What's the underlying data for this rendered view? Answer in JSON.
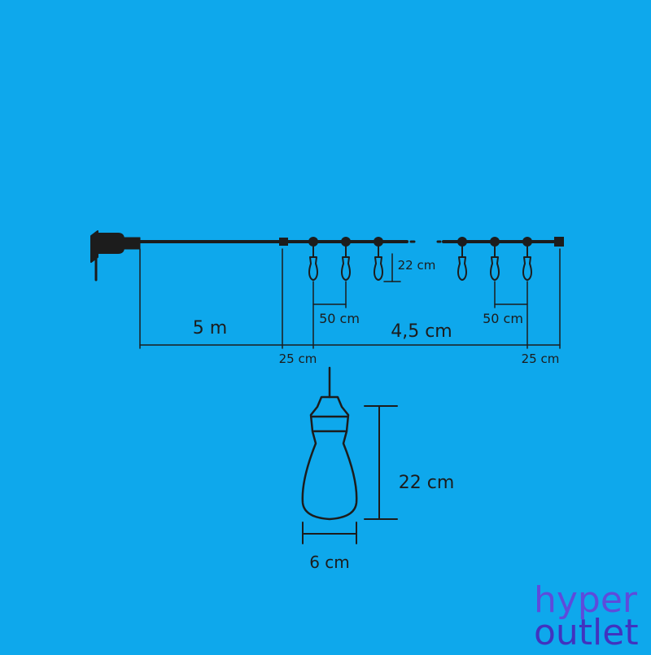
{
  "colors": {
    "background": "#0ea8ec",
    "line": "#1c1c1c",
    "logo_light": "#6d3bd9",
    "logo_dark": "#4a1fb8"
  },
  "dimensions": {
    "cable_length": "5 m",
    "bulb_segment_length": "4,5 cm",
    "spacing_left": "50 cm",
    "spacing_right": "50 cm",
    "drop_small": "22 cm",
    "lead_left": "25 cm",
    "lead_right": "25 cm",
    "bulb_height": "22 cm",
    "bulb_width": "6 cm"
  },
  "logo": {
    "line1": "hyper",
    "line2": "outlet"
  },
  "icons": [
    "power-plug-icon",
    "bulb-icon"
  ]
}
